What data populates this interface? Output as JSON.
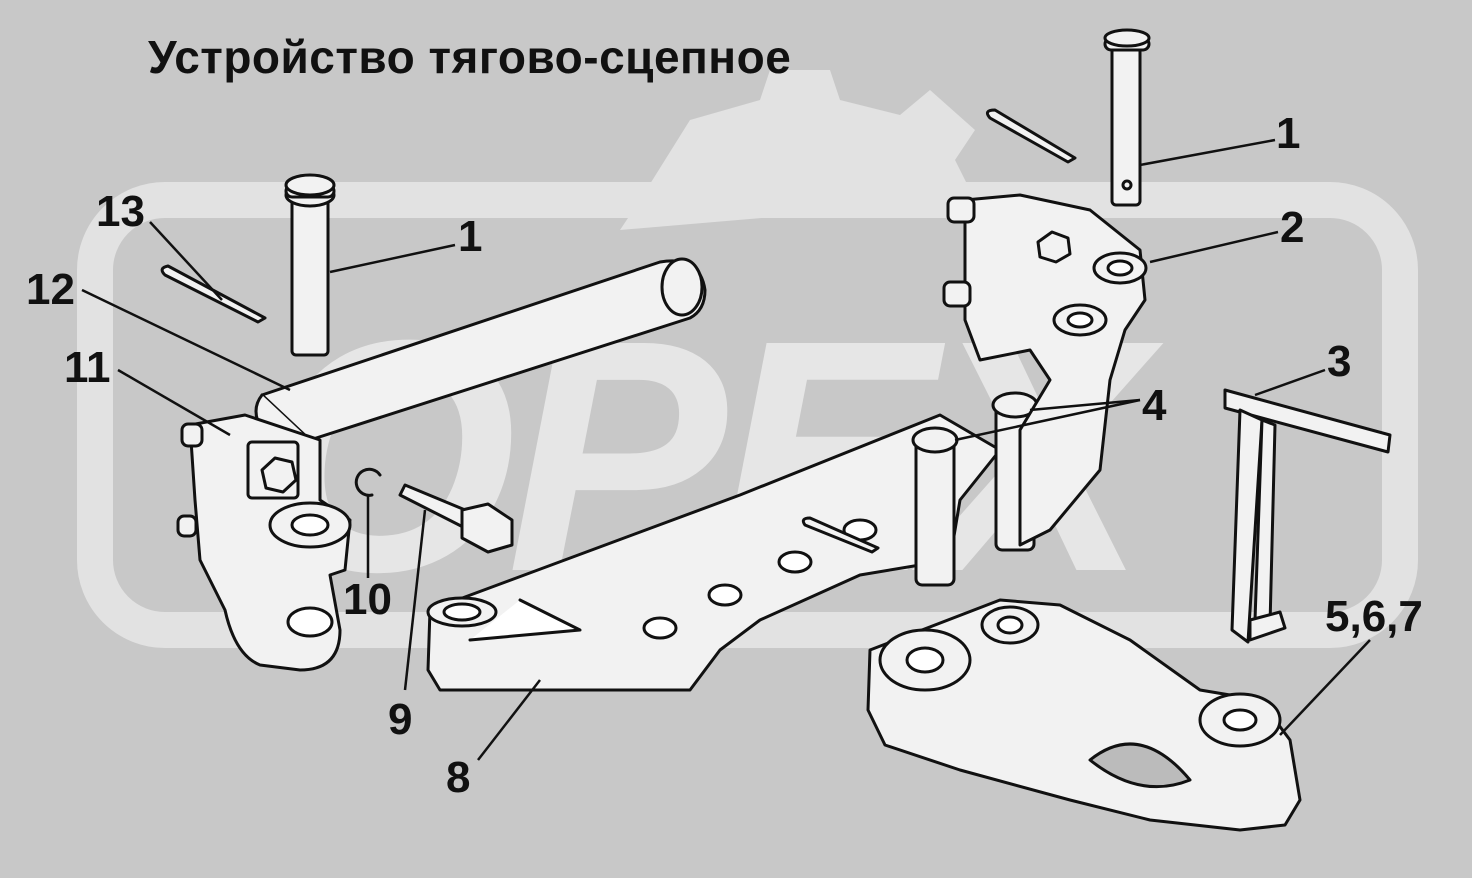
{
  "title": "Устройство тягово-сцепное",
  "watermark": {
    "text": "OPEX",
    "color": "#e6e6e6"
  },
  "colors": {
    "background": "#c8c8c8",
    "part_fill": "#f2f2f2",
    "line": "#111111"
  },
  "callouts": [
    {
      "id": "c1a",
      "label": "1",
      "part": "pin-right"
    },
    {
      "id": "c1b",
      "label": "1",
      "part": "pin-left"
    },
    {
      "id": "c2",
      "label": "2",
      "part": "upper-bracket"
    },
    {
      "id": "c3",
      "label": "3",
      "part": "lock-pin"
    },
    {
      "id": "c4",
      "label": "4",
      "part": "bracket-pins"
    },
    {
      "id": "c567",
      "label": "5,6,7",
      "part": "coupling-link"
    },
    {
      "id": "c8",
      "label": "8",
      "part": "drawbar-plate"
    },
    {
      "id": "c9",
      "label": "9",
      "part": "bolt"
    },
    {
      "id": "c10",
      "label": "10",
      "part": "spring-washer"
    },
    {
      "id": "c11",
      "label": "11",
      "part": "hinge-bracket"
    },
    {
      "id": "c12",
      "label": "12",
      "part": "axle"
    },
    {
      "id": "c13",
      "label": "13",
      "part": "cotter-pin"
    }
  ]
}
